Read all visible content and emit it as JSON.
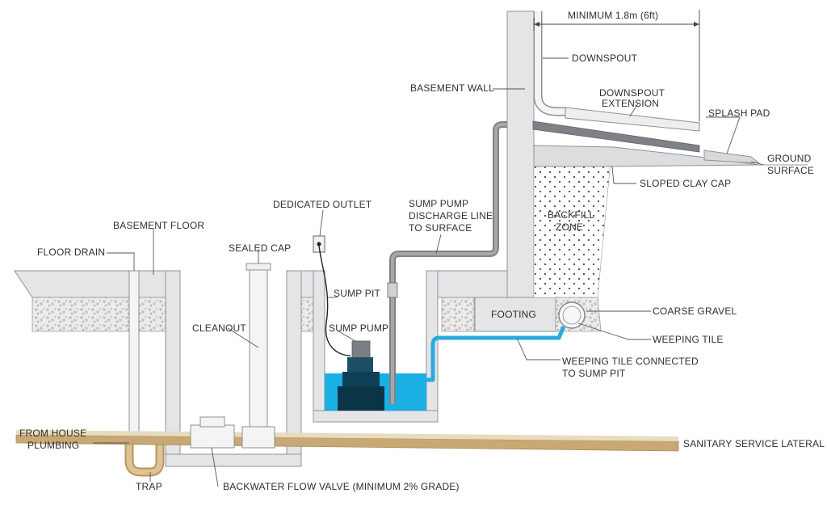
{
  "labels": {
    "minimum": "MINIMUM 1.8m (6ft)",
    "downspout": "DOWNSPOUT",
    "basement_wall": "BASEMENT WALL",
    "downspout_extension_1": "DOWNSPOUT",
    "downspout_extension_2": "EXTENSION",
    "splash_pad": "SPLASH PAD",
    "ground_surface_1": "GROUND",
    "ground_surface_2": "SURFACE",
    "sloped_clay_cap": "SLOPED CLAY CAP",
    "dedicated_outlet": "DEDICATED OUTLET",
    "discharge_1": "SUMP PUMP",
    "discharge_2": "DISCHARGE LINE",
    "discharge_3": "TO SURFACE",
    "backfill_1": "BACKFILL",
    "backfill_2": "ZONE",
    "basement_floor": "BASEMENT FLOOR",
    "floor_drain": "FLOOR DRAIN",
    "sealed_cap": "SEALED CAP",
    "sump_pit": "SUMP PIT",
    "sump_pump": "SUMP PUMP",
    "footing": "FOOTING",
    "coarse_gravel": "COARSE GRAVEL",
    "cleanout": "CLEANOUT",
    "weeping_tile": "WEEPING TILE",
    "weeping_connected_1": "WEEPING TILE CONNECTED",
    "weeping_connected_2": "TO SUMP PIT",
    "from_house_1": "FROM HOUSE",
    "from_house_2": "PLUMBING",
    "sanitary": "SANITARY SERVICE LATERAL",
    "trap": "TRAP",
    "backwater": "BACKWATER FLOW VALVE (MINIMUM 2% GRADE)"
  },
  "colors": {
    "water": "#1ab0e3",
    "pump": "#0e3f56",
    "pipe_blue": "#29a9e0",
    "discharge": "#8a8d91",
    "sewer": "#c9a873",
    "concrete": "#e4e5e6"
  }
}
